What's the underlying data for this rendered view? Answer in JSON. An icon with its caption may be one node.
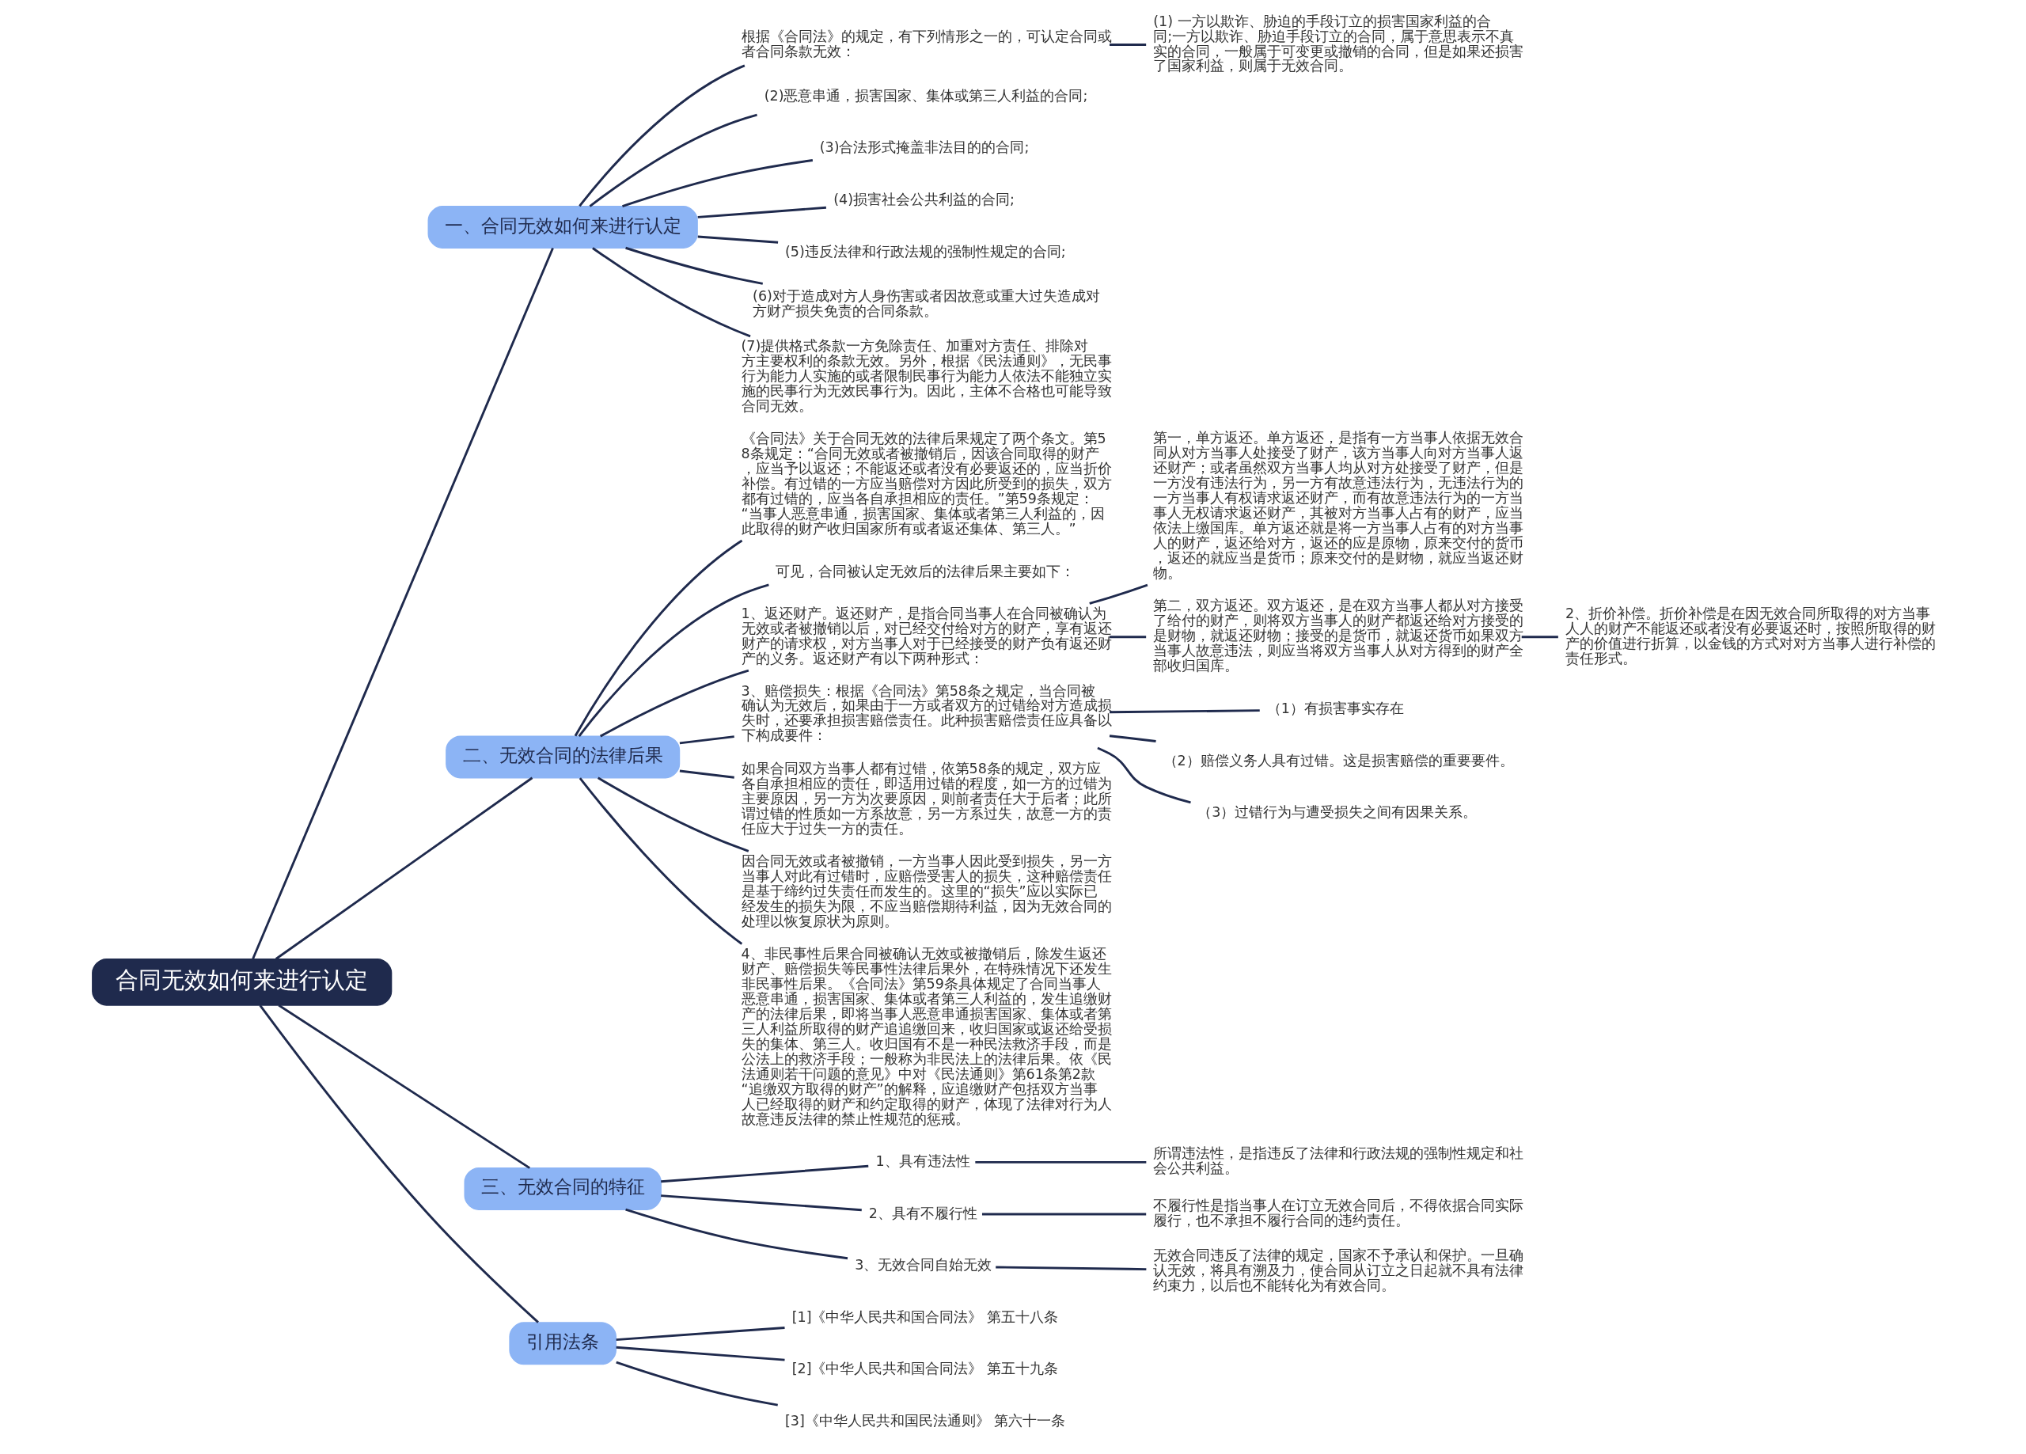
{
  "diagram": {
    "nodes": [
      {
        "text": [
          "合同无效如何来进行认定"
        ]
      },
      {
        "text": [
          "一、合同无效如何来进行认定"
        ]
      },
      {
        "text": [
          "根据《合同法》的规定，有下列情形之一的，可认定合同或者合同条款无效："
        ]
      },
      {
        "text": [
          "(1) 一方以欺诈、胁迫的手段订立的损害国家利益的合同;一方以欺诈、胁迫手段订立的合同，属于意思表示不真实的合同，一般属于可变更或撤销的合同，但是如果还损害了国家利益，则属于无效合同。"
        ]
      },
      {
        "text": [
          "(2)恶意串通，损害国家、集体或第三人利益的合同;"
        ]
      },
      {
        "text": [
          "(3)合法形式掩盖非法目的的合同;"
        ]
      },
      {
        "text": [
          "(4)损害社会公共利益的合同;"
        ]
      },
      {
        "text": [
          "(5)违反法律和行政法规的强制性规定的合同;"
        ]
      },
      {
        "text": [
          "(6)对于造成对方人身伤害或者因故意或重大过失造成对方财产损失免责的合同条款。"
        ]
      },
      {
        "text": [
          "(7)提供格式条款一方免除责任、加重对方责任、排除对方主要权利的条款无效。另外，根据《民法通则》，无民事行为能力人实施的或者限制民事行为能力人依法不能独立实施的民事行为无效民事行为。因此，主体不合格也可能导致合同无效。"
        ]
      },
      {
        "text": [
          "二、无效合同的法律后果"
        ]
      },
      {
        "text": [
          "《合同法》关于合同无效的法律后果规定了两个条文。第58条规定：“合同无效或者被撤销后，因该合同取得的财产，应当予以返还；不能返还或者没有必要返还的，应当折价补偿。有过错的一方应当赔偿对方因此所受到的损失，双方都有过错的，应当各自承担相应的责任。”第59条规定：“当事人恶意串通，损害国家、集体或者第三人利益的，因此取得的财产收归国家所有或者返还集体、第三人。”"
        ]
      },
      {
        "text": [
          "可见，合同被认定无效后的法律后果主要如下："
        ]
      },
      {
        "text": [
          "1、返还财产。返还财产，是指合同当事人在合同被确认为无效或者被撤销以后，对已经交付给对方的财产，享有返还财产的请求权，对方当事人对于已经接受的财产负有返还财产的义务。返还财产有以下两种形式："
        ]
      },
      {
        "text": [
          "第一，单方返还。单方返还，是指有一方当事人依据无效合同从对方当事人处接受了财产，该方当事人向对方当事人返还财产；或者虽然双方当事人均从对方处接受了财产，但是一方没有违法行为，另一方有故意违法行为，无违法行为的一方当事人有权请求返还财产，而有故意违法行为的一方当事人无权请求返还财产，其被对方当事人占有的财产，应当依法上缴国库。单方返还就是将一方当事人占有的对方当事人的财产，返还给对方，返还的应是原物，原来交付的货币，返还的就应当是货币；原来交付的是财物，就应当返还财物。"
        ]
      },
      {
        "text": [
          "第二，双方返还。双方返还，是在双方当事人都从对方接受了给付的财产，则将双方当事人的财产都返还给对方接受的是财物，就返还财物；接受的是货币，就返还货币如果双方当事人故意违法，则应当将双方当事人从对方得到的财产全部收归国库。"
        ]
      },
      {
        "text": [
          "2、折价补偿。折价补偿是在因无效合同所取得的对方当事人人的财产不能返还或者没有必要返还时，按照所取得的财产的价值进行折算，以金钱的方式对对方当事人进行补偿的责任形式。"
        ]
      },
      {
        "text": [
          "3、赔偿损失：根据《合同法》第58条之规定，当合同被确认为无效后，如果由于一方或者双方的过错给对方造成损失时，还要承担损害赔偿责任。此种损害赔偿责任应具备以下构成要件："
        ]
      },
      {
        "text": [
          "（1）有损害事实存在"
        ]
      },
      {
        "text": [
          "（2）赔偿义务人具有过错。这是损害赔偿的重要要件。"
        ]
      },
      {
        "text": [
          "（3）过错行为与遭受损失之间有因果关系。"
        ]
      },
      {
        "text": [
          "如果合同双方当事人都有过错，依第58条的规定，双方应各自承担相应的责任，即适用过错的程度，如一方的过错为主要原因，另一方为次要原因，则前者责任大于后者；此所谓过错的性质如一方系故意，另一方系过失，故意一方的责任应大于过失一方的责任。"
        ]
      },
      {
        "text": [
          "因合同无效或者被撤销，一方当事人因此受到损失，另一方当事人对此有过错时，应赔偿受害人的损失，这种赔偿责任是基于缔约过失责任而发生的。这里的“损失”应以实际已经发生的损失为限，不应当赔偿期待利益，因为无效合同的处理以恢复原状为原则。"
        ]
      },
      {
        "text": [
          "4、非民事性后果合同被确认无效或被撤销后，除发生返还财产、赔偿损失等民事性法律后果外，在特殊情况下还发生非民事性后果。《合同法》第59条具体规定了合同当事人恶意串通，损害国家、集体或者第三人利益的，发生追缴财产的法律后果，即将当事人恶意串通损害国家、集体或者第三人利益所取得的财产追追缴回来，收归国家或返还给受损失的集体、第三人。收归国有不是一种民法救济手段，而是公法上的救济手段；一般称为非民法上的法律后果。依《民法通则若干问题的意见》中对《民法通则》第61条第2款“追缴双方取得的财产”的解释，应追缴财产包括双方当事人已经取得的财产和约定取得的财产，体现了法律对行为人故意违反法律的禁止性规范的惩戒。"
        ]
      },
      {
        "text": [
          "三、无效合同的特征"
        ]
      },
      {
        "text": [
          "1、具有违法性"
        ]
      },
      {
        "text": [
          "所谓违法性，是指违反了法律和行政法规的强制性规定和社会公共利益。"
        ]
      },
      {
        "text": [
          "2、具有不履行性"
        ]
      },
      {
        "text": [
          "不履行性是指当事人在订立无效合同后，不得依据合同实际履行，也不承担不履行合同的违约责任。"
        ]
      },
      {
        "text": [
          "3、无效合同自始无效"
        ]
      },
      {
        "text": [
          "无效合同违反了法律的规定，国家不予承认和保护。一旦确认无效，将具有溯及力，使合同从订立之日起就不具有法律约束力，以后也不能转化为有效合同。"
        ]
      },
      {
        "text": [
          "引用法条"
        ]
      },
      {
        "text": [
          "[1]《中华人民共和国合同法》 第五十八条"
        ]
      },
      {
        "text": [
          "[2]《中华人民共和国合同法》 第五十九条"
        ]
      },
      {
        "text": [
          "[3]《中华人民共和国民法通则》 第六十一条"
        ]
      }
    ],
    "edges": [
      {
        "from": 0,
        "to": 1,
        "arrow": "none"
      },
      {
        "from": 1,
        "to": 2,
        "arrow": "none"
      },
      {
        "from": 2,
        "to": 3,
        "arrow": "none"
      },
      {
        "from": 1,
        "to": 4,
        "arrow": "none"
      },
      {
        "from": 1,
        "to": 5,
        "arrow": "none"
      },
      {
        "from": 1,
        "to": 6,
        "arrow": "none"
      },
      {
        "from": 1,
        "to": 7,
        "arrow": "none"
      },
      {
        "from": 1,
        "to": 8,
        "arrow": "none"
      },
      {
        "from": 1,
        "to": 9,
        "arrow": "none"
      },
      {
        "from": 0,
        "to": 10,
        "arrow": "none"
      },
      {
        "from": 10,
        "to": 11,
        "arrow": "none"
      },
      {
        "from": 10,
        "to": 12,
        "arrow": "none"
      },
      {
        "from": 10,
        "to": 13,
        "arrow": "none"
      },
      {
        "from": 13,
        "to": 14,
        "arrow": "none"
      },
      {
        "from": 13,
        "to": 15,
        "arrow": "none"
      },
      {
        "from": 15,
        "to": 16,
        "arrow": "none"
      },
      {
        "from": 10,
        "to": 17,
        "arrow": "none"
      },
      {
        "from": 17,
        "to": 18,
        "arrow": "none"
      },
      {
        "from": 17,
        "to": 19,
        "arrow": "none"
      },
      {
        "from": 17,
        "to": 20,
        "arrow": "none"
      },
      {
        "from": 10,
        "to": 21,
        "arrow": "none"
      },
      {
        "from": 10,
        "to": 22,
        "arrow": "none"
      },
      {
        "from": 10,
        "to": 23,
        "arrow": "none"
      },
      {
        "from": 0,
        "to": 24,
        "arrow": "none"
      },
      {
        "from": 24,
        "to": 25,
        "arrow": "none"
      },
      {
        "from": 25,
        "to": 26,
        "arrow": "none"
      },
      {
        "from": 24,
        "to": 27,
        "arrow": "none"
      },
      {
        "from": 27,
        "to": 28,
        "arrow": "none"
      },
      {
        "from": 24,
        "to": 29,
        "arrow": "none"
      },
      {
        "from": 29,
        "to": 30,
        "arrow": "none"
      },
      {
        "from": 0,
        "to": 31,
        "arrow": "none"
      },
      {
        "from": 31,
        "to": 32,
        "arrow": "none"
      },
      {
        "from": 31,
        "to": 33,
        "arrow": "none"
      },
      {
        "from": 31,
        "to": 34,
        "arrow": "none"
      }
    ]
  }
}
